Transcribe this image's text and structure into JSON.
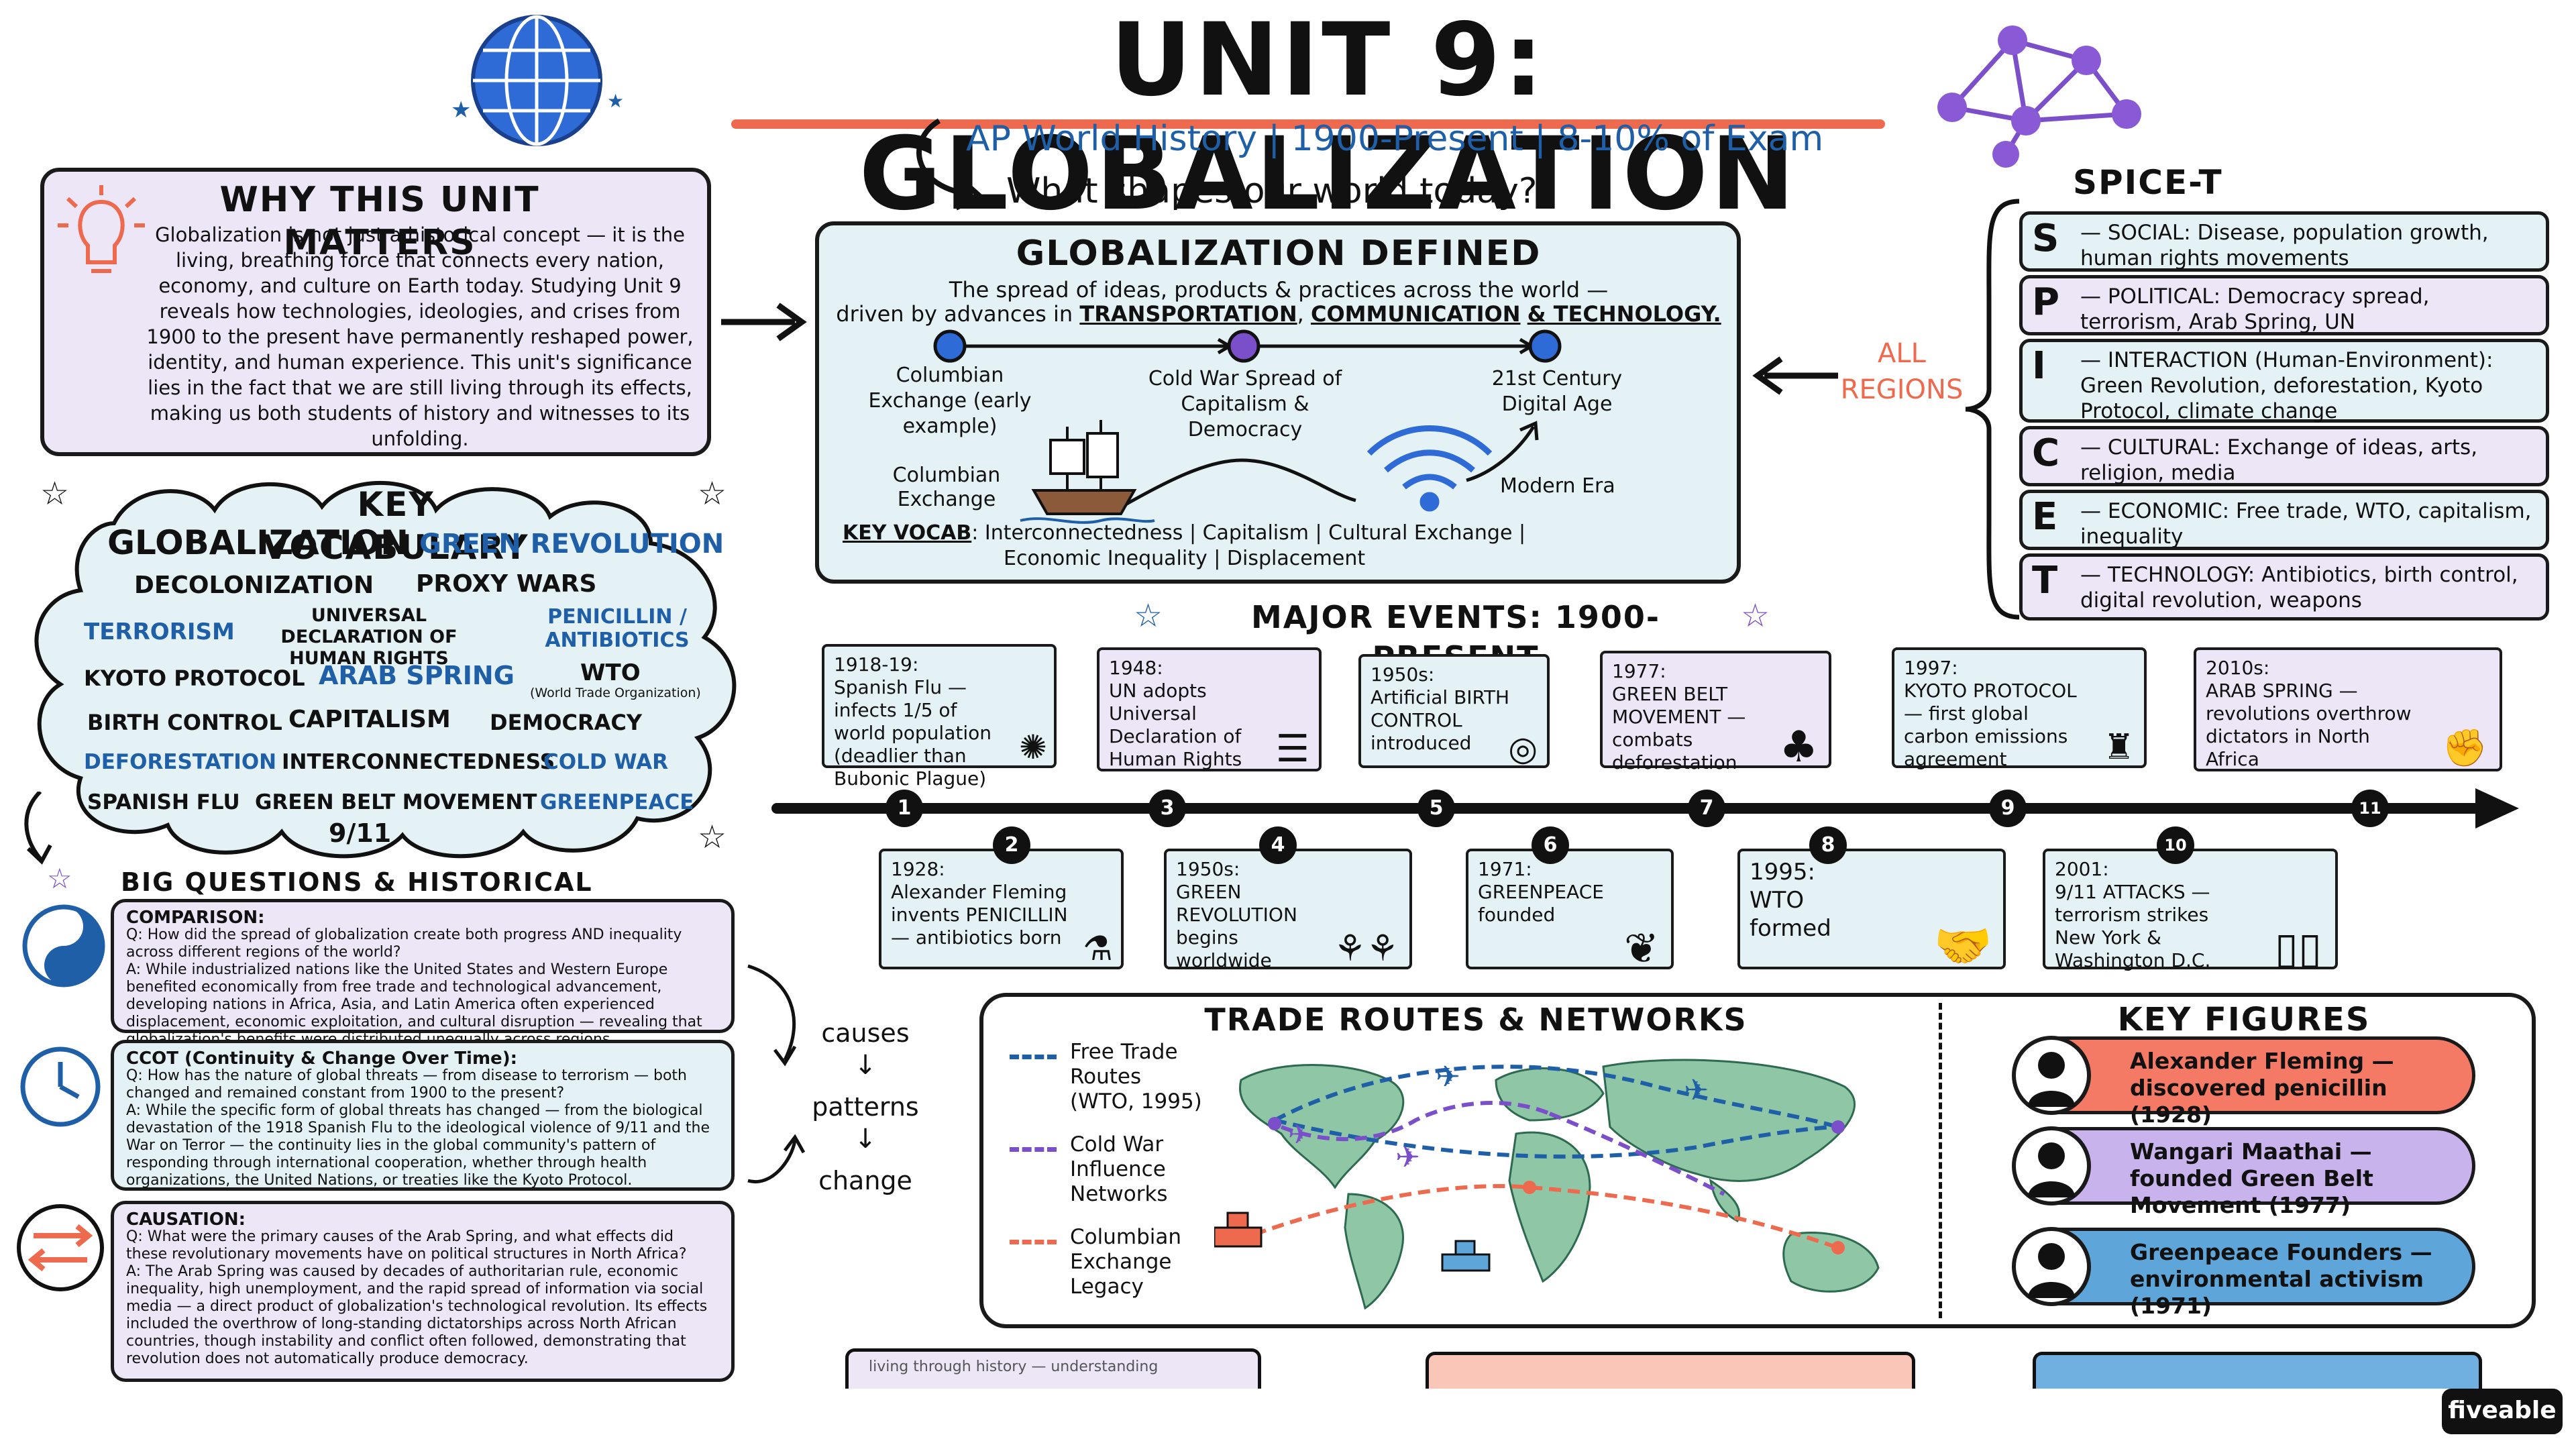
{
  "header": {
    "title": "UNIT 9: GLOBALIZATION",
    "subtitle": "AP World History | 1900-Present | 8-10% of Exam",
    "question": "What shapes our world today?"
  },
  "why": {
    "title": "WHY THIS UNIT MATTERS",
    "body": "Globalization is not just a historical concept — it is the living, breathing force that connects every nation, economy, and culture on Earth today. Studying Unit 9 reveals how technologies, ideologies, and crises from 1900 to the present have permanently reshaped power, identity, and human experience. This unit's significance lies in the fact that we are still living through its effects, making us both students of history and witnesses to its unfolding."
  },
  "defined": {
    "title": "GLOBALIZATION DEFINED",
    "line1": "The spread of ideas, products & practices across the world —",
    "line2_pre": "driven by advances in ",
    "k1": "TRANSPORTATION",
    "k2": "COMMUNICATION",
    "k3": "& TECHNOLOGY.",
    "stage1": "Columbian Exchange (early example)",
    "stage2": "Cold War Spread of Capitalism & Democracy",
    "stage3": "21st Century Digital Age",
    "ship_label": "Columbian Exchange",
    "modern_label": "Modern Era",
    "vocab_label": "KEY VOCAB",
    "vocab_text1": ": Interconnectedness | Capitalism | Cultural Exchange |",
    "vocab_text2": "Economic Inequality | Displacement"
  },
  "all_regions": "ALL REGIONS",
  "spice": {
    "title": "SPICE-T FRAMEWORK",
    "rows": [
      {
        "letter": "S",
        "text": "— SOCIAL: Disease, population growth, human rights movements"
      },
      {
        "letter": "P",
        "text": "— POLITICAL: Democracy spread, terrorism, Arab Spring, UN"
      },
      {
        "letter": "I",
        "text": "— INTERACTION (Human-Environment): Green Revolution, deforestation, Kyoto Protocol, climate change"
      },
      {
        "letter": "C",
        "text": "— CULTURAL: Exchange of ideas, arts, religion, media"
      },
      {
        "letter": "E",
        "text": "— ECONOMIC: Free trade, WTO, capitalism, inequality"
      },
      {
        "letter": "T",
        "text": "— TECHNOLOGY: Antibiotics, birth control, digital revolution, weapons"
      }
    ]
  },
  "vocab": {
    "title": "KEY VOCABULARY",
    "terms": [
      "GLOBALIZATION",
      "GREEN REVOLUTION",
      "DECOLONIZATION",
      "PROXY WARS",
      "TERRORISM",
      "UNIVERSAL DECLARATION OF HUMAN RIGHTS",
      "PENICILLIN / ANTIBIOTICS",
      "KYOTO PROTOCOL",
      "ARAB SPRING",
      "WTO",
      "(World Trade Organization)",
      "BIRTH CONTROL",
      "CAPITALISM",
      "DEMOCRACY",
      "DEFORESTATION",
      "INTERCONNECTEDNESS",
      "COLD WAR",
      "SPANISH FLU",
      "GREEN BELT MOVEMENT",
      "GREENPEACE",
      "9/11"
    ]
  },
  "timeline": {
    "title": "MAJOR EVENTS: 1900-PRESENT",
    "events": [
      {
        "n": "1",
        "date": "1918-19:",
        "text": "Spanish Flu — infects 1/5 of world population (deadlier than Bubonic Plague)"
      },
      {
        "n": "2",
        "date": "1928:",
        "text": "Alexander Fleming invents PENICILLIN — antibiotics born"
      },
      {
        "n": "3",
        "date": "1948:",
        "text": "UN adopts Universal Declaration of Human Rights"
      },
      {
        "n": "4",
        "date": "1950s:",
        "text": "GREEN REVOLUTION begins worldwide"
      },
      {
        "n": "5",
        "date": "1950s:",
        "text": "Artificial BIRTH CONTROL introduced"
      },
      {
        "n": "6",
        "date": "1971:",
        "text": "GREENPEACE founded"
      },
      {
        "n": "7",
        "date": "1977:",
        "text": "GREEN BELT MOVEMENT — combats deforestation"
      },
      {
        "n": "8",
        "date": "1995:",
        "text": "WTO formed"
      },
      {
        "n": "9",
        "date": "1997:",
        "text": "KYOTO PROTOCOL — first global carbon emissions agreement"
      },
      {
        "n": "10",
        "date": "2001:",
        "text": "9/11 ATTACKS — terrorism strikes New York & Washington D.C."
      },
      {
        "n": "11",
        "date": "2010s:",
        "text": "ARAB SPRING — revolutions overthrow dictators in North Africa"
      }
    ]
  },
  "questions": {
    "title": "BIG QUESTIONS & HISTORICAL THINKING",
    "items": [
      {
        "type": "COMPARISON:",
        "q": "Q: How did the spread of globalization create both progress AND inequality across different regions of the world?",
        "a": "A: While industrialized nations like the United States and Western Europe benefited economically from free trade and technological advancement, developing nations in Africa, Asia, and Latin America often experienced displacement, economic exploitation, and cultural disruption — revealing that globalization's benefits were distributed unequally across regions."
      },
      {
        "type": "CCOT (Continuity & Change Over Time):",
        "q": "Q: How has the nature of global threats — from disease to terrorism — both changed and remained constant from 1900 to the present?",
        "a": "A: While the specific form of global threats has changed — from the biological devastation of the 1918 Spanish Flu to the ideological violence of 9/11 and the War on Terror — the continuity lies in the global community's pattern of responding through international cooperation, whether through health organizations, the United Nations, or treaties like the Kyoto Protocol."
      },
      {
        "type": "CAUSATION:",
        "q": "Q: What were the primary causes of the Arab Spring, and what effects did these revolutionary movements have on political structures in North Africa?",
        "a": "A: The Arab Spring was caused by decades of authoritarian rule, economic inequality, high unemployment, and the rapid spread of information via social media — a direct product of globalization's technological revolution. Its effects included the overthrow of long-standing dictatorships across North African countries, though instability and conflict often followed, demonstrating that revolution does not automatically produce democracy."
      }
    ],
    "flow": [
      "causes",
      "patterns",
      "change"
    ]
  },
  "trade": {
    "title": "TRADE ROUTES & NETWORKS",
    "legend": [
      {
        "label": "Free Trade Routes (WTO, 1995)",
        "color": "#1f5fa8"
      },
      {
        "label": "Cold War Influence Networks",
        "color": "#7b4fc9"
      },
      {
        "label": "Columbian Exchange Legacy",
        "color": "#ee6a4f"
      }
    ]
  },
  "figures": {
    "title": "KEY FIGURES",
    "items": [
      {
        "text": "Alexander Fleming — discovered penicillin (1928)",
        "color": "#f47a66"
      },
      {
        "text": "Wangari Maathai — founded Green Belt Movement (1977)",
        "color": "#c9b3ec"
      },
      {
        "text": "Greenpeace Founders — environmental activism (1971)",
        "color": "#5ea6da"
      }
    ]
  },
  "footer": {
    "strip1": "living through history — understanding",
    "brand": "fiveable"
  }
}
